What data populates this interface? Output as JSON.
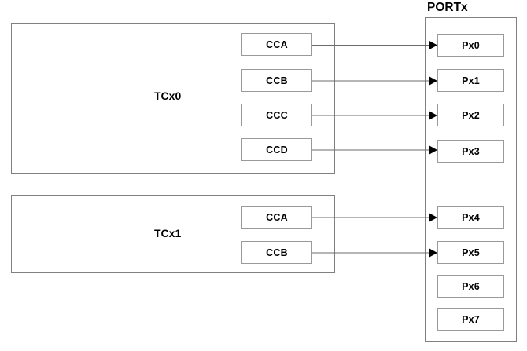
{
  "diagram": {
    "title_port": "PORTx",
    "timer_blocks": [
      {
        "name": "TCx0",
        "label": "TCx0",
        "channels": [
          {
            "label": "CCA"
          },
          {
            "label": "CCB"
          },
          {
            "label": "CCC"
          },
          {
            "label": "CCD"
          }
        ]
      },
      {
        "name": "TCx1",
        "label": "TCx1",
        "channels": [
          {
            "label": "CCA"
          },
          {
            "label": "CCB"
          }
        ]
      }
    ],
    "port_block": {
      "label": "PORTx",
      "pins": [
        {
          "label": "Px0",
          "connected": true
        },
        {
          "label": "Px1",
          "connected": true
        },
        {
          "label": "Px2",
          "connected": true
        },
        {
          "label": "Px3",
          "connected": true
        },
        {
          "label": "Px4",
          "connected": true
        },
        {
          "label": "Px5",
          "connected": true
        },
        {
          "label": "Px6",
          "connected": false
        },
        {
          "label": "Px7",
          "connected": false
        }
      ]
    },
    "connections": [
      {
        "from": "TCx0.CCA",
        "to": "Px0"
      },
      {
        "from": "TCx0.CCB",
        "to": "Px1"
      },
      {
        "from": "TCx0.CCC",
        "to": "Px2"
      },
      {
        "from": "TCx0.CCD",
        "to": "Px3"
      },
      {
        "from": "TCx1.CCA",
        "to": "Px4"
      },
      {
        "from": "TCx1.CCB",
        "to": "Px5"
      }
    ],
    "colors": {
      "background": "#ffffff",
      "box_border": "#808080",
      "reg_border": "#9a9a9a",
      "wire": "#6b6b6b",
      "arrow": "#000000",
      "text": "#000000"
    }
  }
}
